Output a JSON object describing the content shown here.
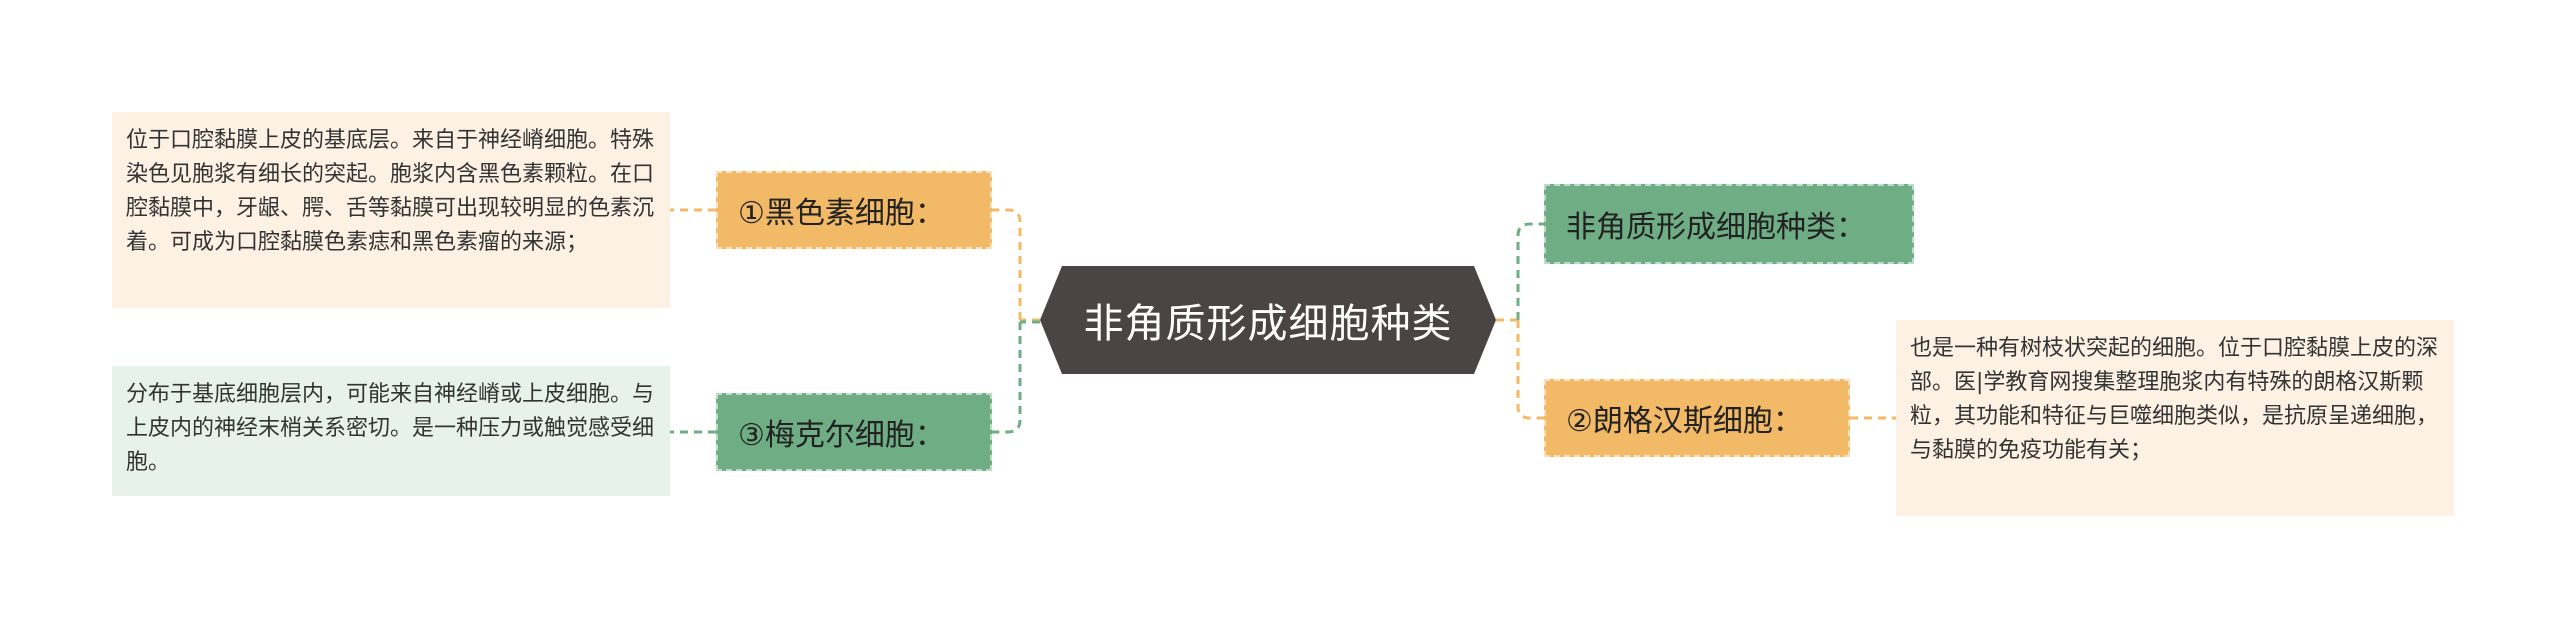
{
  "center": {
    "label": "非角质形成细胞种类"
  },
  "branches": {
    "melanocyte": {
      "label": "①黑色素细胞：",
      "desc": "位于口腔黏膜上皮的基底层。来自于神经嵴细胞。特殊染色见胞浆有细长的突起。胞浆内含黑色素颗粒。在口腔黏膜中，牙龈、腭、舌等黏膜可出现较明显的色素沉着。可成为口腔黏膜色素痣和黑色素瘤的来源；"
    },
    "merkel": {
      "label": "③梅克尔细胞：",
      "desc": "分布于基底细胞层内，可能来自神经嵴或上皮细胞。与上皮内的神经末梢关系密切。是一种压力或触觉感受细胞。"
    },
    "types": {
      "label": "非角质形成细胞种类："
    },
    "langerhans": {
      "label": "②朗格汉斯细胞：",
      "desc": "也是一种有树枝状突起的细胞。位于口腔黏膜上皮的深部。医|学教育网搜集整理胞浆内有特殊的朗格汉斯颗粒，其功能和特征与巨噬细胞类似，是抗原呈递细胞，与黏膜的免疫功能有关；"
    }
  },
  "colors": {
    "center": "#4a4444",
    "orange": "#f2b966",
    "green": "#6fad85",
    "orange_light": "#fdf1e4",
    "green_light": "#e6f2ea"
  }
}
